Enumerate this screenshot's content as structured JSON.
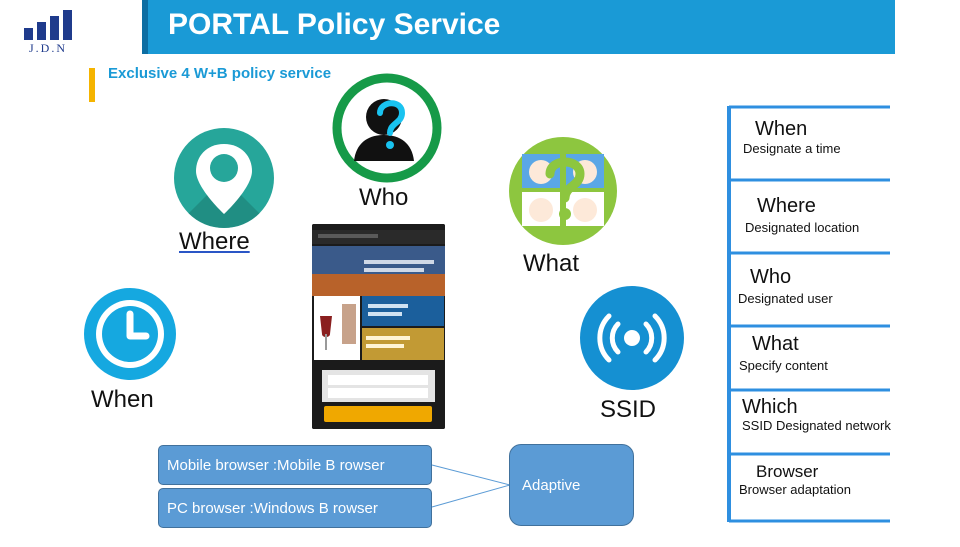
{
  "logo": {
    "text": "J.D.N"
  },
  "header": {
    "title": "PORTAL Policy Service"
  },
  "subtitle": "Exclusive 4 W+B policy service",
  "icons": {
    "where": "Where",
    "who": "Who",
    "what": "What",
    "when": "When",
    "ssid": "SSID"
  },
  "boxes": {
    "mobile": "Mobile browser :Mobile B rowser",
    "pc": "PC browser :Windows B rowser",
    "adaptive": "Adaptive"
  },
  "list": [
    {
      "title": "When",
      "desc": "Designate a time"
    },
    {
      "title": "Where",
      "desc": "Designated location"
    },
    {
      "title": "Who",
      "desc": "Designated user"
    },
    {
      "title": "What",
      "desc": "Specify content"
    },
    {
      "title": "Which",
      "desc": "SSID Designated network"
    },
    {
      "title": "Browser",
      "desc": "Browser adaptation"
    }
  ],
  "colors": {
    "header": "#1a9ad6",
    "accent_yellow": "#f5b400",
    "where_teal": "#26a69a",
    "who_green": "#169a48",
    "when_blue": "#15a8e0",
    "ssid_blue": "#1590d2",
    "box_blue": "#5b9bd5"
  }
}
